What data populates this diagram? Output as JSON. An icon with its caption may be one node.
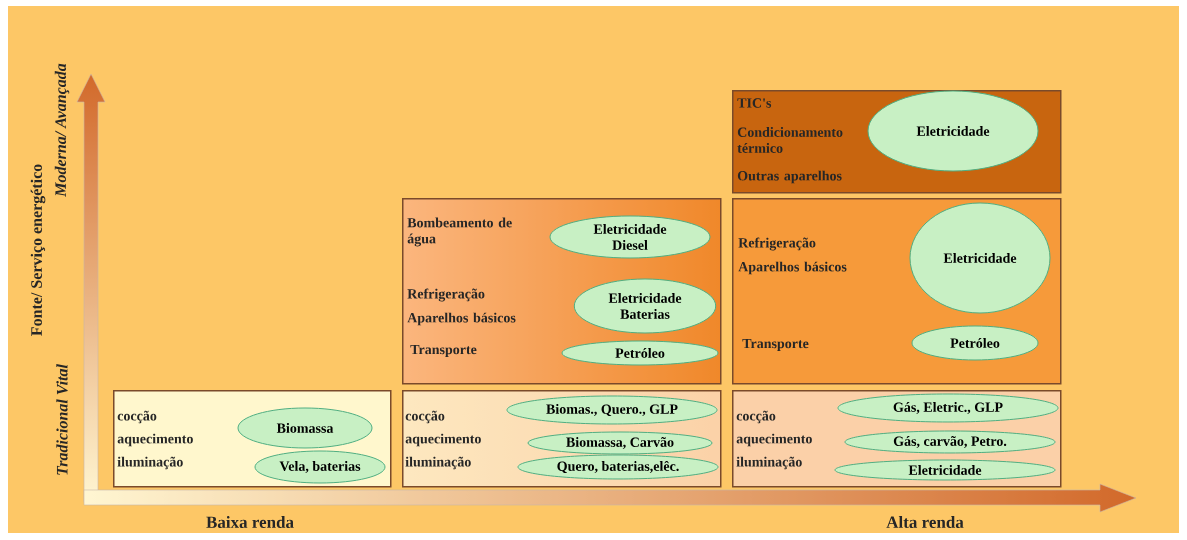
{
  "diagram": {
    "nodes": [
      {
        "text": [
          "TIC's",
          "Condicionamento térmico",
          "Outras aparelhos"
        ]
      },
      {
        "text": [
          "Eletricidade"
        ],
        "in": 0
      },
      {
        "text": [
          "Bombeamento de água",
          "Refrigeração",
          "Aparelhos básicos",
          "Transporte"
        ]
      },
      {
        "text": [
          "Eletricidade Diesel"
        ],
        "in": 2
      },
      {
        "text": [
          "Eletricidade Baterias"
        ],
        "in": 2
      },
      {
        "text": [
          "Petróleo"
        ],
        "in": 2
      },
      {
        "text": [
          "Refrigeração",
          "Aparelhos básicos",
          "Transporte"
        ]
      },
      {
        "text": [
          "Eletricidade"
        ],
        "in": 6
      },
      {
        "text": [
          "Petróleo"
        ],
        "in": 6
      },
      {
        "text": [
          "cocção",
          "aquecimento",
          "iluminação"
        ]
      },
      {
        "text": [
          "Biomassa"
        ],
        "in": 9
      },
      {
        "text": [
          "Vela, baterias"
        ],
        "in": 9
      },
      {
        "text": [
          "cocção",
          "aquecimento",
          "iluminação"
        ]
      },
      {
        "text": [
          "Biomas., Quero., GLP"
        ],
        "in": 12
      },
      {
        "text": [
          "Biomassa, Carvão"
        ],
        "in": 12
      },
      {
        "text": [
          "Quero, baterias,elêc."
        ],
        "in": 12
      },
      {
        "text": [
          "cocção",
          "aquecimento",
          "iluminação"
        ]
      },
      {
        "text": [
          "Gás, Eletric., GLP"
        ],
        "in": 16
      },
      {
        "text": [
          "Gás, carvão, Petro."
        ],
        "in": 16
      },
      {
        "text": [
          "Eletricidade"
        ],
        "in": 16
      }
    ],
    "labels": [
      "Fonte/ Serviço energético",
      "Moderna/ Avançada",
      "Tradicional Vital",
      "Baixa renda",
      "Alta renda"
    ]
  }
}
